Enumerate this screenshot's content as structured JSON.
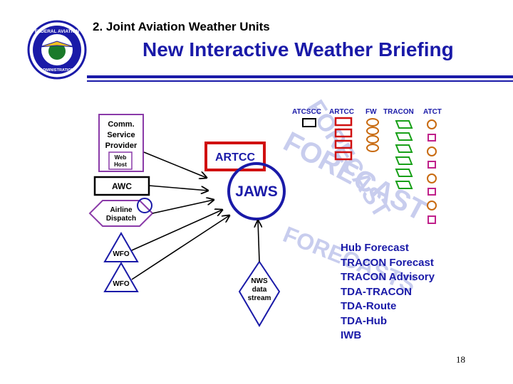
{
  "header": {
    "subtitle": "2.  Joint Aviation Weather Units",
    "title": "New Interactive Weather Briefing",
    "logo_text_top": "FEDERAL AVIATION",
    "logo_text_bottom": "ADMINISTRATION"
  },
  "diagram": {
    "columns": [
      "ATCSCC",
      "ARTCC",
      "FW",
      "TRACON",
      "ATCT"
    ],
    "provider": {
      "line1": "Comm.",
      "line2": "Service",
      "line3": "Provider",
      "host1": "Web",
      "host2": "Host"
    },
    "awc": "AWC",
    "airline": {
      "line1": "Airline",
      "line2": "Dispatch"
    },
    "wfo": "WFO",
    "artcc": "ARTCC",
    "jaws": "JAWS",
    "nws": {
      "line1": "NWS",
      "line2": "data",
      "line3": "stream"
    },
    "products": [
      "Hub Forecast",
      "TRACON Forecast",
      "TRACON Advisory",
      "TDA-TRACON",
      "TDA-Route",
      "TDA-Hub",
      "IWB"
    ],
    "watermark": [
      "FORECAST",
      "FORECAST",
      "FORECASTS"
    ]
  },
  "footer": {
    "page_number": "18"
  },
  "colors": {
    "navy": "#1a1aa8",
    "red": "#d01010",
    "purple": "#8a3aa8",
    "orange": "#c86a10",
    "green": "#18a018",
    "pink": "#c0208a",
    "watermark": "#c8cdee"
  }
}
